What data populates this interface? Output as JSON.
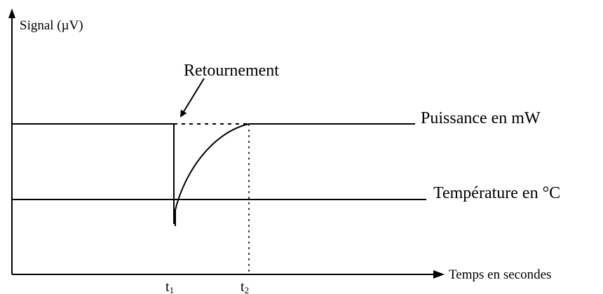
{
  "diagram": {
    "y_axis_label": "Signal (µV)",
    "x_axis_label": "Temps en secondes",
    "annotation": "Retournement",
    "lines": [
      {
        "label": "Puissance en mW"
      },
      {
        "label": "Température en °C"
      }
    ],
    "ticks": [
      {
        "base": "t",
        "sub": "1"
      },
      {
        "base": "t",
        "sub": "2"
      }
    ]
  }
}
